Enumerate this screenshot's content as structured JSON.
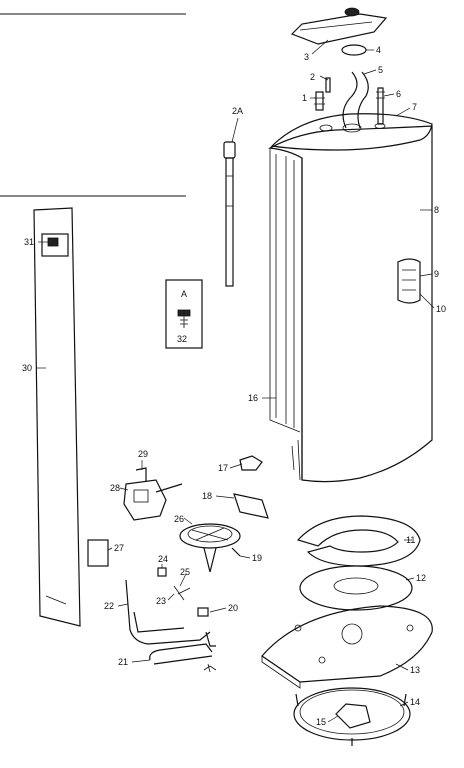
{
  "callouts": {
    "c1": "1",
    "c2": "2",
    "c2a": "2A",
    "c3": "3",
    "c4": "4",
    "c5": "5",
    "c6": "6",
    "c7": "7",
    "c8": "8",
    "c9": "9",
    "c10": "10",
    "c11": "11",
    "c12": "12",
    "c13": "13",
    "c14": "14",
    "c15": "15",
    "c16": "16",
    "c17": "17",
    "c18": "18",
    "c19": "19",
    "c20": "20",
    "c21": "21",
    "c22": "22",
    "c23": "23",
    "c24": "24",
    "c25": "25",
    "c26": "26",
    "c27": "27",
    "c28": "28",
    "c29": "29",
    "c30": "30",
    "c31": "31"
  },
  "inset": {
    "letter": "A",
    "number": "32"
  }
}
